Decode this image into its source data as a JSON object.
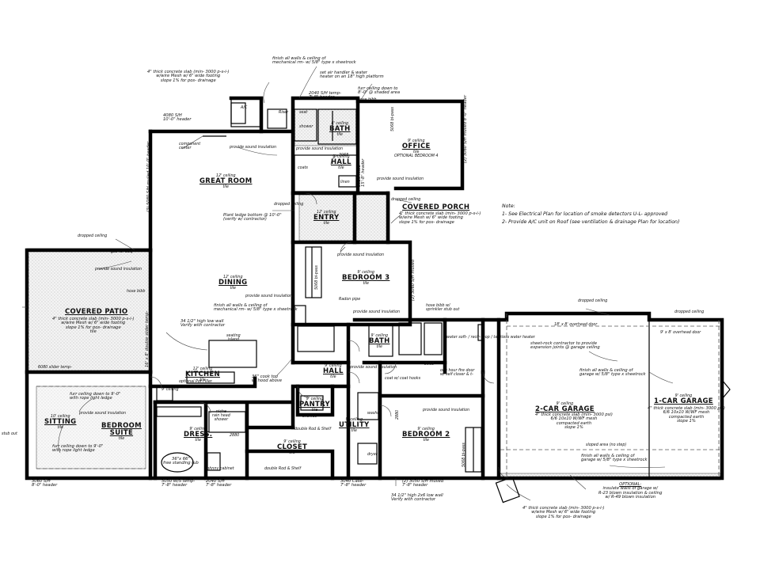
{
  "rooms": {
    "great_room": {
      "name": "GREAT ROOM",
      "ceiling": "12' ceiling",
      "finish": "tile"
    },
    "office": {
      "name": "OFFICE",
      "ceiling": "9' ceiling",
      "finish": "tile",
      "sub": "OPTIONAL BEDROOM 4"
    },
    "bath_top": {
      "name": "BATH",
      "ceiling": "8' ceiling",
      "finish": "tile"
    },
    "hall_top": {
      "name": "HALL",
      "ceiling": "9' ceiling",
      "finish": "tile"
    },
    "entry": {
      "name": "ENTRY",
      "ceiling": "12' ceiling",
      "finish": "tile"
    },
    "covered_porch": {
      "name": "COVERED PORCH"
    },
    "bedroom3": {
      "name": "BEDROOM 3",
      "ceiling": "9' ceiling",
      "finish": "tile"
    },
    "dining": {
      "name": "DINING",
      "ceiling": "12' ceiling",
      "finish": "tile"
    },
    "covered_patio": {
      "name": "COVERED PATIO",
      "finish": "tile"
    },
    "kitchen": {
      "name": "KITCHEN",
      "ceiling": "12' ceiling",
      "finish": "tile"
    },
    "bath_mid": {
      "name": "BATH",
      "ceiling": "9' ceiling",
      "finish": "tile"
    },
    "hall_mid": {
      "name": "HALL",
      "ceiling": "9' ceiling",
      "finish": "tile"
    },
    "pantry": {
      "name": "PANTRY",
      "ceiling": "9' ceiling",
      "finish": "tile"
    },
    "utility": {
      "name": "UTILITY",
      "ceiling": "9' ceiling",
      "finish": "tile"
    },
    "bedroom2": {
      "name": "BEDROOM 2",
      "ceiling": "9' ceiling",
      "finish": "tile"
    },
    "closet": {
      "name": "CLOSET",
      "ceiling": "9' ceiling",
      "finish": "tile"
    },
    "dress": {
      "name": "DRESS.",
      "ceiling": "9' ceiling",
      "finish": "tile"
    },
    "sitting": {
      "name": "SITTING",
      "ceiling": "10' ceiling",
      "finish": "tile"
    },
    "bedroom_suite": {
      "name": "BEDROOM",
      "name2": "SUITE",
      "finish": "tile"
    },
    "garage2": {
      "name": "2-CAR GARAGE",
      "ceiling": "9' ceiling"
    },
    "garage1": {
      "name": "1-CAR GARAGE",
      "ceiling": "9' ceiling"
    }
  },
  "notes": {
    "heading": "Note:",
    "n1": "1- See Electrical Plan for location of smoke detectors U-L- approved",
    "n2": "2- Provide A/C unit on Roof (see ventilation & drainage Plan for location)"
  },
  "callouts": {
    "slab_top": "4\" thick concrete slab (min- 3000 p-s-i-)",
    "wire_top": "w/wire Mesh w/ 6\" wide footing",
    "slope_top": "slope 1% for pos- drainage",
    "mech1": "finish all walls & ceiling of",
    "mech2": "mechanical rm- w/ 5/8\" type x sheetrock",
    "airh1": "set air handler & water",
    "airh2": "heater on an 18\" high platform",
    "furr1": "furr ceiling down to",
    "furr2": "8'-0\" @ shaded area",
    "hose_bibb": "hose bibb",
    "ac": "A/C",
    "riser": "Riser",
    "furr_top_label": "2040 S/H temp-",
    "furr_top_hdr": "7'-8\" header",
    "hdr4080": "4080 S/H",
    "hdr4080b": "10'-0\" header",
    "comp_center": "component",
    "comp_center2": "center",
    "sound": "provide sound insulation",
    "seat": "seat",
    "shower": "shower",
    "linen": "linen",
    "coats": "coats",
    "dropped": "dropped ceiling",
    "plant1": "Plant ledge bottom @ 10'-0\"",
    "plant2": "(verify w/ contractor)",
    "porch1": "4\" thick concrete slab (min- 3000 p-s-i-)",
    "porch2": "w/wire Mesh w/ 6\" wide footing",
    "porch3": "slope 1% for pos- drainage",
    "hdr3026": "3026 fixed",
    "hdr3026b": "15'-8\" header",
    "patio1": "4\" thick concrete slab (min- 3000 p-s-i-)",
    "patio2": "w/wire Mesh w/ 6\" wide footing",
    "patio3": "slope 1% for pos- drainage",
    "gas": "gas for bbq",
    "slider": "6080 slider temp-",
    "slider16": "16' x 8' double slider temp-",
    "mech_dining1": "finish all walls & ceiling of",
    "mech_dining2": "mechanical rm- w/ 5/8\" type x sheetrock",
    "lowwall1": "34 1/2\" high low wall",
    "lowwall2": "Verify with contractor",
    "radon": "Radon pipe",
    "hosebibb2": "hose bibb w/",
    "hosebibb3": "sprinkler stub out",
    "seating": "seating",
    "island": "island",
    "cooktop1": "36\" cook top",
    "cooktop2": "w/ hood above",
    "potfiller": "optional Pot Filler",
    "door8": "18' x 8' overhead door",
    "door9": "9' x 8' overhead door",
    "sheetrock1": "sheet-rock contractor to provide",
    "sheetrock2": "expansion joints @ garage ceiling",
    "garfin1": "finish all walls & ceiling of",
    "garfin2": "garage w/ 5/8\" type x sheetrock",
    "gslab1": "4\" thick concrete slab (min- 3000 psi)",
    "gslab2": "6/6 10x10 W/WF mesh",
    "gslab3": "compacted earth",
    "gslab4": "slope 1%",
    "sloped": "sloped area (no step)",
    "garfin3": "finish all walls & ceiling of",
    "garfin4": "garage w/ 5/8\" type x sheetrock",
    "optional": "OPTIONAL:",
    "opt1": "insulate walls of garage w/",
    "opt2": "R-23 blown insulation & ceiling",
    "opt3": "w/ R-49 blown insulation",
    "gar_bottom1": "4\" thick concrete slab (min- 3000 p-s-i-)",
    "gar_bottom2": "w/wire Mesh w/ 6\" wide footing",
    "gar_bottom3": "slope 1% for pos- drainage",
    "firedoor1": "one hour fire door",
    "firedoor2": "w/ self closer & t-",
    "waterheater": "water soft- / recir- loop / tankless water heater",
    "coathooks": "coat w/ coat hooks",
    "hdr3050": "(2) 3050 S/H mulled",
    "hdr3050b": "7'-8\" header",
    "lowwall3": "34 1/2\" high 2x6 low wall",
    "lowwall4": "Verify with contractor",
    "hdr3040": "3040 Case-",
    "hdr3040b": "7'-8\" header",
    "hdr2040": "2040 S/H",
    "hdr2040b": "7'-8\" header",
    "hdr5050": "5050 W/S temp-",
    "hdr5050b": "7'-8\" header",
    "hdr3060": "3060 S/H",
    "hdr3060b": "8'-0\" header",
    "suite_furr1": "furr ceiling down to 9'-0\"",
    "suite_furr2": "with rope light ledge",
    "suite_furr3": "furr ceiling down to 9'-0\"",
    "suite_furr4": "with rope light ledge",
    "tub1": "36\"x 66\"",
    "tub2": "free standing tub",
    "rain1": "niche",
    "rain2": "rain head",
    "rain3": "shower",
    "johnny": "johnny cabinet",
    "shelves": "shelves",
    "rodshelf": "double Rod & Shelf",
    "stubout": "stub out",
    "washer": "washer",
    "dryer": "dryer",
    "hdr2880": "2880",
    "hdr3068": "3068",
    "hdr5068": "5068 bi-pass",
    "mulled_top": "(2) 3060 S/H mulled 8'-0\" header",
    "mulled_left": "(3) 5080 S/H mulled 10'-0\" header",
    "mulled_b3": "(2) 3060 S/H mulled"
  }
}
